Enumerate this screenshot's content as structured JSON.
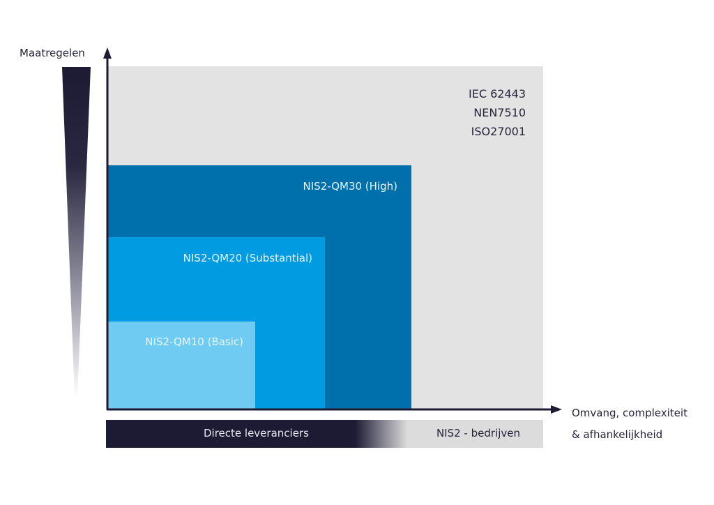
{
  "diagram": {
    "y_axis_label": "Maatregelen",
    "x_axis_label_lines": [
      "Omvang, complexiteit",
      "& afhankelijkheid"
    ],
    "outer_area": {
      "standards": [
        "IEC 62443",
        "NEN7510",
        "ISO27001"
      ]
    },
    "levels": [
      {
        "label": "NIS2-QM30 (High)",
        "color": "#0070ac"
      },
      {
        "label": "NIS2-QM20 (Substantial)",
        "color": "#009be0"
      },
      {
        "label": "NIS2-QM10 (Basic)",
        "color": "#70cbf2"
      }
    ],
    "bottom_bar": {
      "left_label": "Directe leveranciers",
      "right_label": "NIS2 - bedrijven"
    },
    "colors": {
      "navy": "#1c1b33",
      "gray": "#e3e3e3"
    }
  }
}
